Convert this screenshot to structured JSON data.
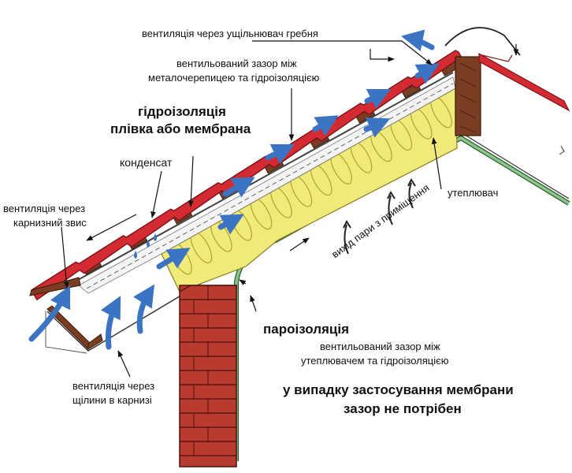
{
  "labels": {
    "ridge_vent": "вентиляція через ущільнювач гребня",
    "gap_tile_1": "вентильований зазор між",
    "gap_tile_2": "металочерепицею та гідроізоляцією",
    "membrane_1": "гідроізоляція",
    "membrane_2": "плівка або мембрана",
    "condensate": "конденсат",
    "eave_vent_1": "вентиляція через",
    "eave_vent_2": "карнизний звис",
    "insulation": "утеплювач",
    "vapor_out": "вихід пари з приміщення",
    "vapor_barrier": "пароізоляція",
    "gap_ins_1": "вентильований зазор між",
    "gap_ins_2": "утеплювачем та гідроізоляцією",
    "soffit_vent_1": "вентиляція через",
    "soffit_vent_2": "щілини в карнизі",
    "note_1": "у випадку застосування мембрани",
    "note_2": "зазор не потрібен"
  },
  "colors": {
    "tile": "#d42b33",
    "tile_edge": "#7a1418",
    "insulation": "#f0ea7a",
    "insulation_line": "#b8a830",
    "vapor_film": "#8bc68a",
    "airflow": "#3b74c2",
    "wood": "#7a3d22",
    "brick": "#b93a2e"
  }
}
